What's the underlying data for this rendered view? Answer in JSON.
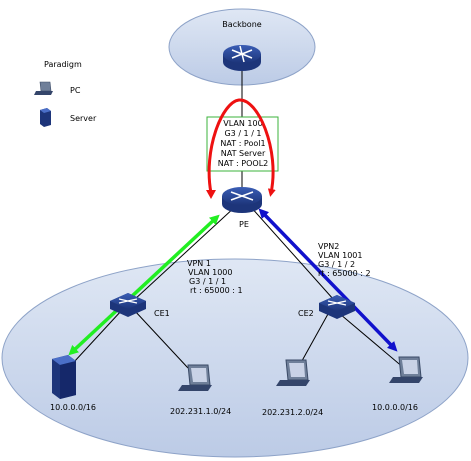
{
  "title": "",
  "legend": {
    "heading": "Paradigm",
    "items": [
      {
        "icon": "pc-icon",
        "label": "PC"
      },
      {
        "icon": "server-icon",
        "label": "Server"
      }
    ]
  },
  "backbone": {
    "label": "Backbone"
  },
  "pe": {
    "label": "PE",
    "box_lines": [
      {
        "text": "VLAN 100",
        "color": "#000000"
      },
      {
        "text": "G3 / 1 / 1",
        "color": "#000000"
      },
      {
        "text": "NAT : Pool1",
        "color": "#22bb22"
      },
      {
        "text": "NAT Server",
        "color": "#ee1111"
      },
      {
        "text": "NAT : POOL2",
        "color": "#1111cc"
      }
    ]
  },
  "ce1": {
    "label": "CE1",
    "info": [
      {
        "text": "VPN  1",
        "color": "#000000"
      },
      {
        "text": "VLAN  1000",
        "color": "#000000"
      },
      {
        "text": "G3 / 1 / 1",
        "color": "#000000"
      },
      {
        "text": "rt : 65000 : 1",
        "color": "#22bb22"
      }
    ]
  },
  "ce2": {
    "label": "CE2",
    "info": [
      {
        "text": "VPN2",
        "color": "#000000"
      },
      {
        "text": "VLAN  1001",
        "color": "#000000"
      },
      {
        "text": "G3 / 1 / 2",
        "color": "#000000"
      },
      {
        "text": "rt : 65000 : 2",
        "color": "#22bb22"
      }
    ]
  },
  "endpoints": {
    "server_left": {
      "label": "10.0.0.0/16",
      "color": "#ee1111"
    },
    "pc_mid_left": {
      "label": "202.231.1.0/24",
      "color": "#000000"
    },
    "pc_mid_right": {
      "label": "202.231.2.0/24",
      "color": "#000000"
    },
    "pc_right": {
      "label": "10.0.0.0/16",
      "color": "#ee1111"
    }
  },
  "colors": {
    "cloud_fill": "#c9d7ec",
    "cloud_stroke": "#8ea3c8",
    "device_blue": "#2a4a9a",
    "red_path": "#ee1111",
    "green_path": "#22ee22",
    "blue_path": "#1111cc",
    "box_border": "#3bb33b"
  }
}
